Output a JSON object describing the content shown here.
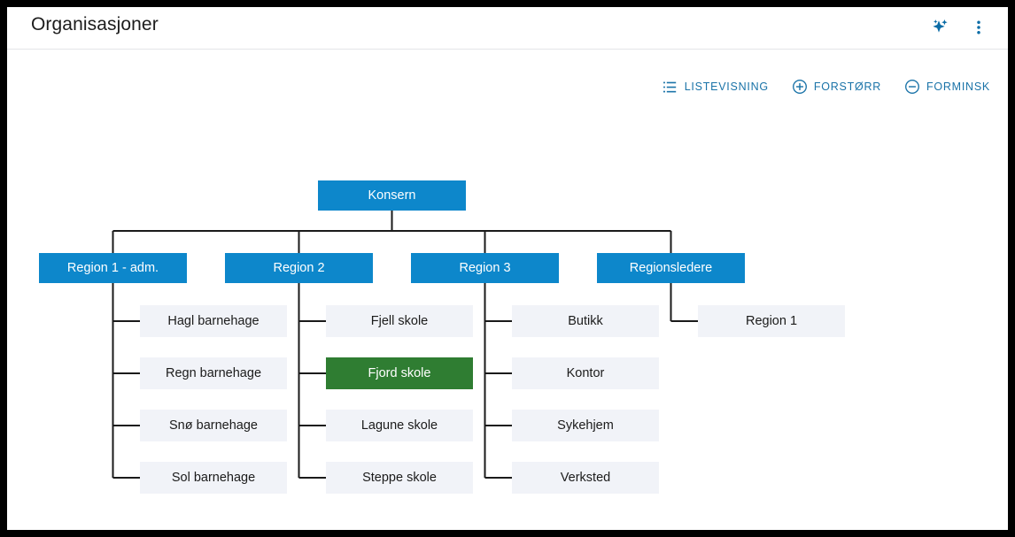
{
  "header": {
    "title": "Organisasjoner",
    "actions": [
      {
        "name": "ai-sparkle-icon",
        "label": ""
      },
      {
        "name": "more-vert-icon",
        "label": ""
      }
    ]
  },
  "toolbar": {
    "buttons": [
      {
        "id": "list-view",
        "label": "LISTEVISNING",
        "icon": "list-icon"
      },
      {
        "id": "zoom-in",
        "label": "FORSTØRR",
        "icon": "plus-circle-icon"
      },
      {
        "id": "zoom-out",
        "label": "FORMINSK",
        "icon": "minus-circle-icon"
      }
    ]
  },
  "colors": {
    "node_blue": "#0d87cb",
    "node_selected_green": "#2f7d32",
    "leaf_background": "#f1f3f8",
    "connector": "#1a1a1a",
    "accent_link": "#1a73a8",
    "page_background": "#ffffff",
    "outer_border": "#000000"
  },
  "chart": {
    "type": "org-chart",
    "root": {
      "id": "konsern",
      "label": "Konsern"
    },
    "branches": [
      {
        "id": "region-1-adm",
        "label": "Region 1 - adm.",
        "children": [
          {
            "id": "hagl-barnehage",
            "label": "Hagl barnehage",
            "selected": false
          },
          {
            "id": "regn-barnehage",
            "label": "Regn barnehage",
            "selected": false
          },
          {
            "id": "sno-barnehage",
            "label": "Snø barnehage",
            "selected": false
          },
          {
            "id": "sol-barnehage",
            "label": "Sol barnehage",
            "selected": false
          }
        ]
      },
      {
        "id": "region-2",
        "label": "Region 2",
        "children": [
          {
            "id": "fjell-skole",
            "label": "Fjell skole",
            "selected": false
          },
          {
            "id": "fjord-skole",
            "label": "Fjord skole",
            "selected": true
          },
          {
            "id": "lagune-skole",
            "label": "Lagune skole",
            "selected": false
          },
          {
            "id": "steppe-skole",
            "label": "Steppe skole",
            "selected": false
          }
        ]
      },
      {
        "id": "region-3",
        "label": "Region 3",
        "children": [
          {
            "id": "butikk",
            "label": "Butikk",
            "selected": false
          },
          {
            "id": "kontor",
            "label": "Kontor",
            "selected": false
          },
          {
            "id": "sykehjem",
            "label": "Sykehjem",
            "selected": false
          },
          {
            "id": "verksted",
            "label": "Verksted",
            "selected": false
          }
        ]
      },
      {
        "id": "regionsledere",
        "label": "Regionsledere",
        "children": [
          {
            "id": "region-1",
            "label": "Region 1",
            "selected": false
          }
        ]
      }
    ]
  }
}
